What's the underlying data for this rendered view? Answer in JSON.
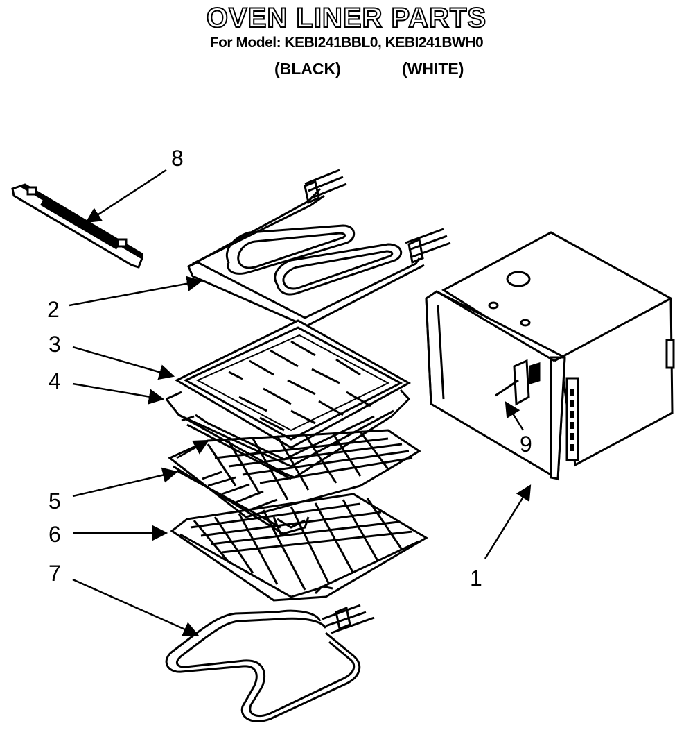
{
  "title": "OVEN LINER PARTS",
  "subtitle": "For Model: KEBI241BBL0, KEBI241BWH0",
  "color_labels": {
    "black": "(BLACK)",
    "white": "(WHITE)"
  },
  "callouts": {
    "c1": "1",
    "c2": "2",
    "c3": "3",
    "c4": "4",
    "c5": "5",
    "c6": "6",
    "c7": "7",
    "c8": "8",
    "c9": "9"
  },
  "colors": {
    "ink": "#000000",
    "paper": "#ffffff"
  }
}
